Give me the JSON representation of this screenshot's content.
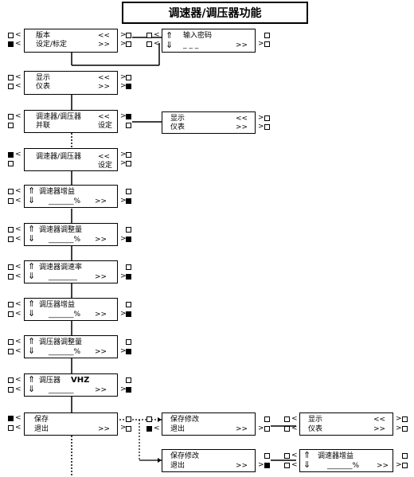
{
  "title": "调速器/调压器功能",
  "version_menu": {
    "line1": "版本",
    "line1_right": "<<",
    "line2": "设定/标定",
    "line2_right": ">>"
  },
  "password_menu": {
    "arrow_up": "⇑",
    "arrow_down": "⇓",
    "label": "输入密码",
    "input": "_ _ _",
    "right": ">>"
  },
  "display_menu": {
    "line1": "显示",
    "line1_right": "<<",
    "line2": "仪表",
    "line2_right": ">>"
  },
  "governor_parallel_menu": {
    "line1": "调速器/调压器",
    "line1_right": "<<",
    "line2": "并联",
    "line2_right": "设定"
  },
  "display_sub_menu": {
    "line1": "显示",
    "line1_right": "<<",
    "line2": "仪表",
    "line2_right": ">>"
  },
  "governor_set_menu": {
    "line1": "调速器/调压器",
    "line1_right": "<<",
    "line2_right": "设定"
  },
  "param_menus": [
    {
      "label": "调速器增益",
      "value": "_______%",
      "right": ">>"
    },
    {
      "label": "调速器调整量",
      "value": "_______%",
      "right": ">>"
    },
    {
      "label": "调速器调速率",
      "value": "________",
      "right": ">>"
    },
    {
      "label": "调压器增益",
      "value": "_______%",
      "right": ">>"
    },
    {
      "label": "调压器调整量",
      "value": "_______%",
      "right": ">>"
    },
    {
      "label": "调压器",
      "extra": "VHZ",
      "value": "_______",
      "right": ">>"
    }
  ],
  "save_menu": {
    "line1": "保存",
    "line2": "退出",
    "line2_right": ">>"
  },
  "save_modify_menu_1": {
    "line1": "保存修改",
    "line2": "退出",
    "line2_right": ">>"
  },
  "display_final_menu": {
    "line1": "显示",
    "line1_right": "<<",
    "line2": "仪表",
    "line2_right": ">>"
  },
  "save_modify_menu_2": {
    "line1": "保存修改",
    "line2": "退出",
    "line2_right": ">>"
  },
  "governor_gain_final_menu": {
    "arrow_up": "⇑",
    "arrow_down": "⇓",
    "label": "调速器增益",
    "value": "_______%",
    "right": ">>"
  },
  "lt_symbol": "<",
  "gt_symbol": ">"
}
